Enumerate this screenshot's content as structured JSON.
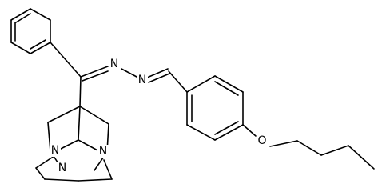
{
  "molecule": {
    "atom_labels": {
      "azine_n1": "N",
      "azine_n2": "N",
      "cage_n_left": "N",
      "cage_n_right": "N",
      "cage_n_bottom": "N",
      "ether_o": "O"
    },
    "line_color": "#000000",
    "background_color": "#ffffff"
  }
}
